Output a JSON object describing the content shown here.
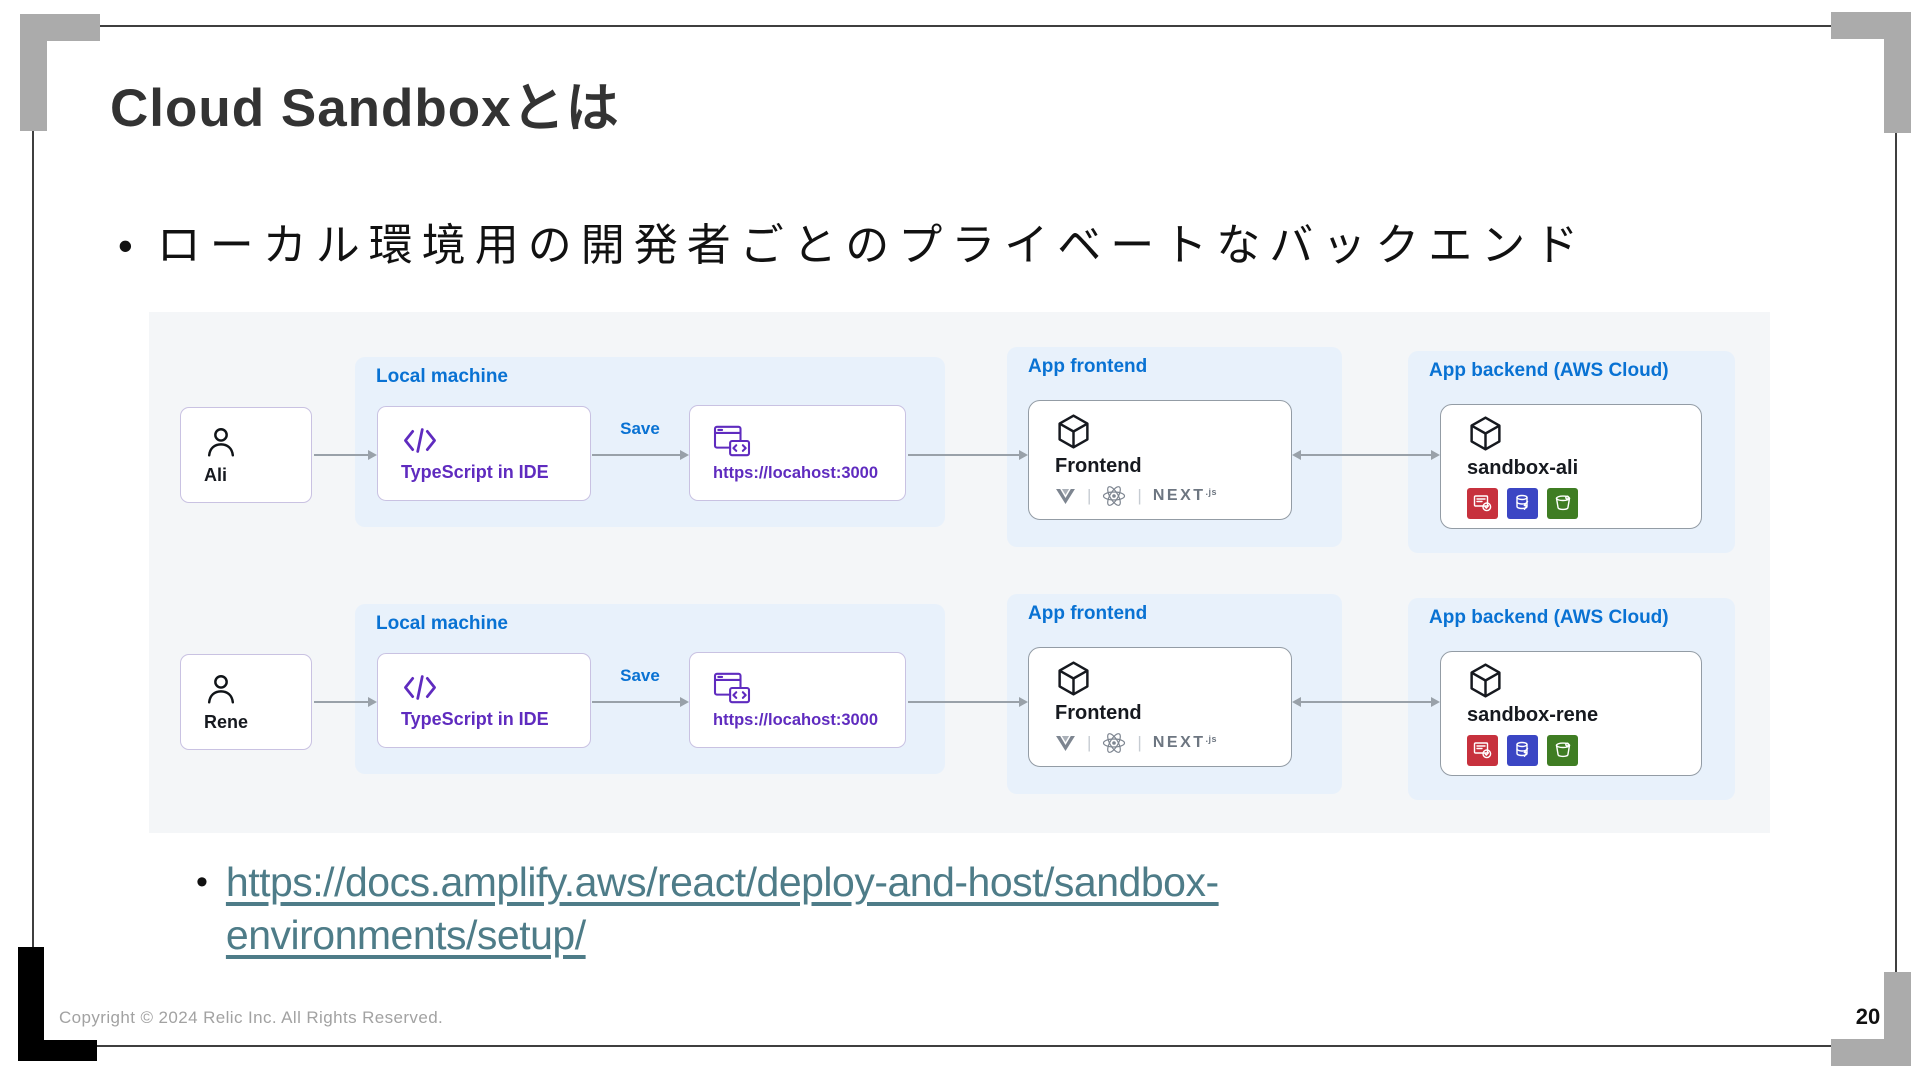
{
  "title": "Cloud Sandboxとは",
  "bullet": {
    "marker": "•",
    "text": "ローカル環境用の開発者ごとのプライベートなバックエンド"
  },
  "link": {
    "marker": "•",
    "line1": "https://docs.amplify.aws/react/deploy-and-host/sandbox-",
    "line2": "environments/setup/"
  },
  "diagram": {
    "rows": [
      {
        "user": "Ali",
        "local_machine": "Local machine",
        "ide": "TypeScript in IDE",
        "save": "Save",
        "url": "https://locahost:3000",
        "app_frontend": "App frontend",
        "frontend": "Frontend",
        "app_backend": "App backend (AWS Cloud)",
        "sandbox": "sandbox-ali"
      },
      {
        "user": "Rene",
        "local_machine": "Local machine",
        "ide": "TypeScript in IDE",
        "save": "Save",
        "url": "https://locahost:3000",
        "app_frontend": "App frontend",
        "frontend": "Frontend",
        "app_backend": "App backend (AWS Cloud)",
        "sandbox": "sandbox-rene"
      }
    ],
    "frontend_logos": {
      "separator": "|",
      "next_label": "NEXT",
      "next_suffix": ".js"
    },
    "backend_services": [
      "auth",
      "data",
      "storage"
    ],
    "colors": {
      "section_label_blue": "#0972d3",
      "amplify_purple": "#5f2bbf",
      "auth_red": "#c7313d",
      "data_blue": "#3b46c4",
      "storage_green": "#3f7d23",
      "panel_blue": "#e8f1fb",
      "diagram_bg": "#f4f6f8"
    }
  },
  "footer": {
    "copyright": "Copyright © 2024 Relic Inc. All Rights Reserved.",
    "page_number": "20"
  }
}
